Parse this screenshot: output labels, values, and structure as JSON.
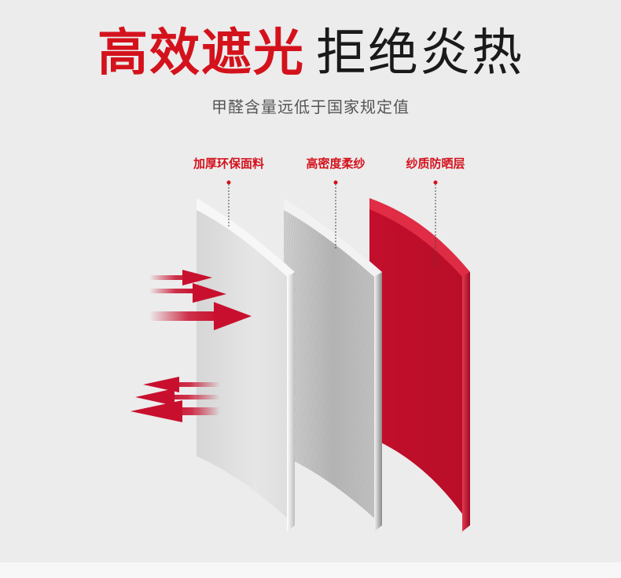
{
  "title": {
    "highlight": "高效遮光",
    "rest": "拒绝炎热"
  },
  "subtitle": "甲醛含量远低于国家规定值",
  "layers": [
    {
      "label": "加厚环保面料"
    },
    {
      "label": "高密度柔纱"
    },
    {
      "label": "纱质防晒层"
    }
  ],
  "colors": {
    "accent": "#d4121c",
    "layer_red": "#c8102e",
    "layer_white": "#e4e4e4",
    "layer_gray": "#b9b9b9",
    "background": "#ececec"
  }
}
